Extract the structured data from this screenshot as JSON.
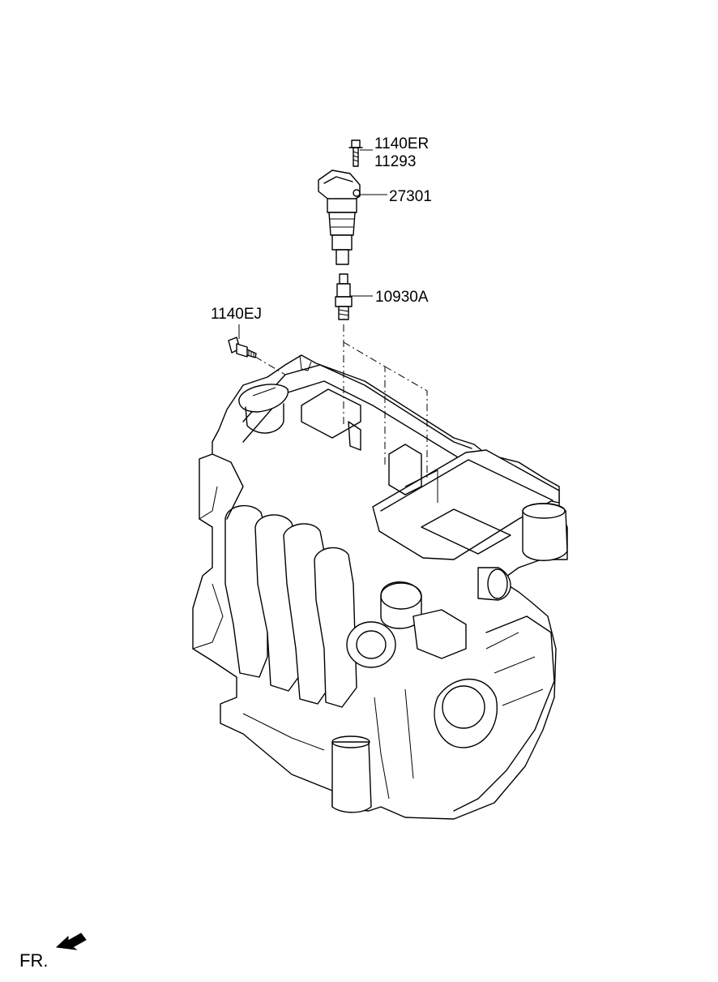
{
  "labels": {
    "bolt_top_1": "1140ER",
    "bolt_top_2": "11293",
    "ignition_coil": "27301",
    "spark_plug": "10930A",
    "bolt_side": "1140EJ",
    "front_marker": "FR."
  }
}
